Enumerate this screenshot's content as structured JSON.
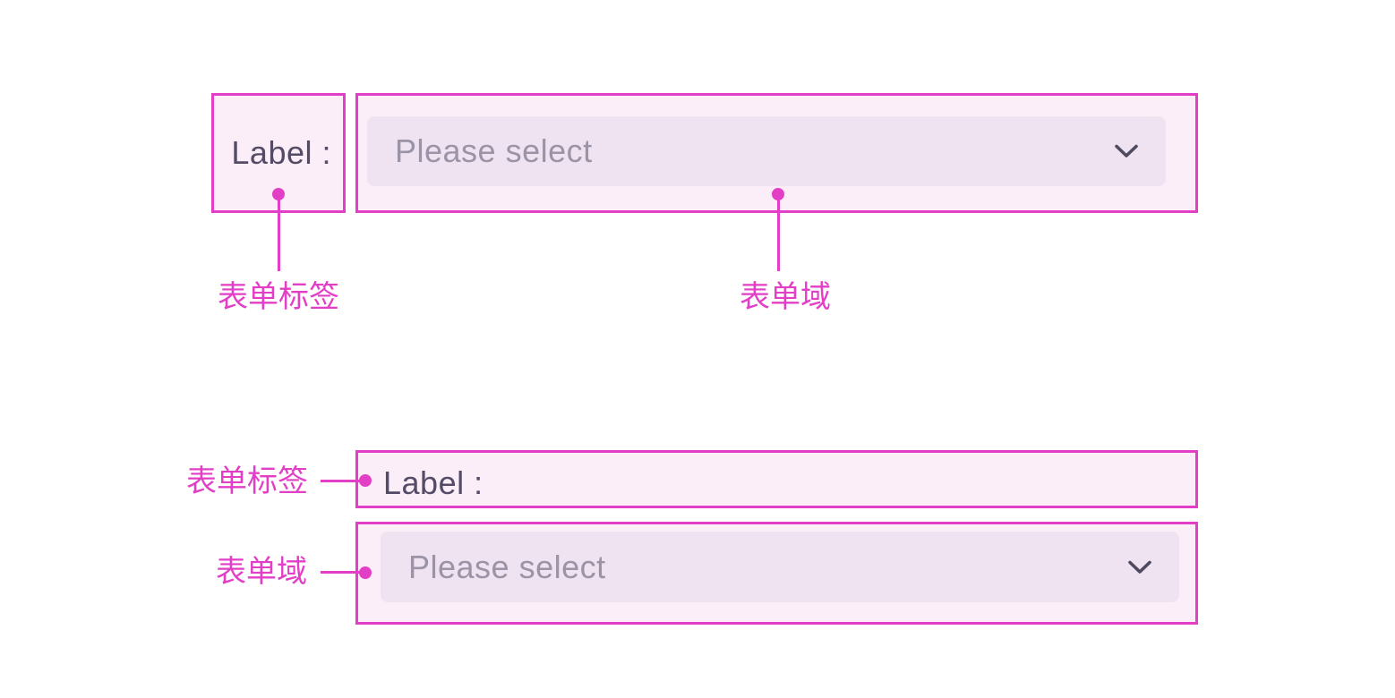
{
  "colors": {
    "accent_magenta": "#E23FC6",
    "spec_box_fill": "#FBEEF8",
    "select_fill": "#F0E3F1",
    "label_text": "#544B66",
    "placeholder_text": "#9B93A6",
    "chevron": "#4E4A60",
    "background": "#FFFFFF"
  },
  "horizontal_form": {
    "label": "Label :",
    "select_placeholder": "Please select",
    "chevron_icon": "chevron-down",
    "annotation_label": "表单标签",
    "annotation_field": "表单域"
  },
  "vertical_form": {
    "label": "Label :",
    "select_placeholder": "Please select",
    "chevron_icon": "chevron-down",
    "annotation_label": "表单标签",
    "annotation_field": "表单域"
  }
}
